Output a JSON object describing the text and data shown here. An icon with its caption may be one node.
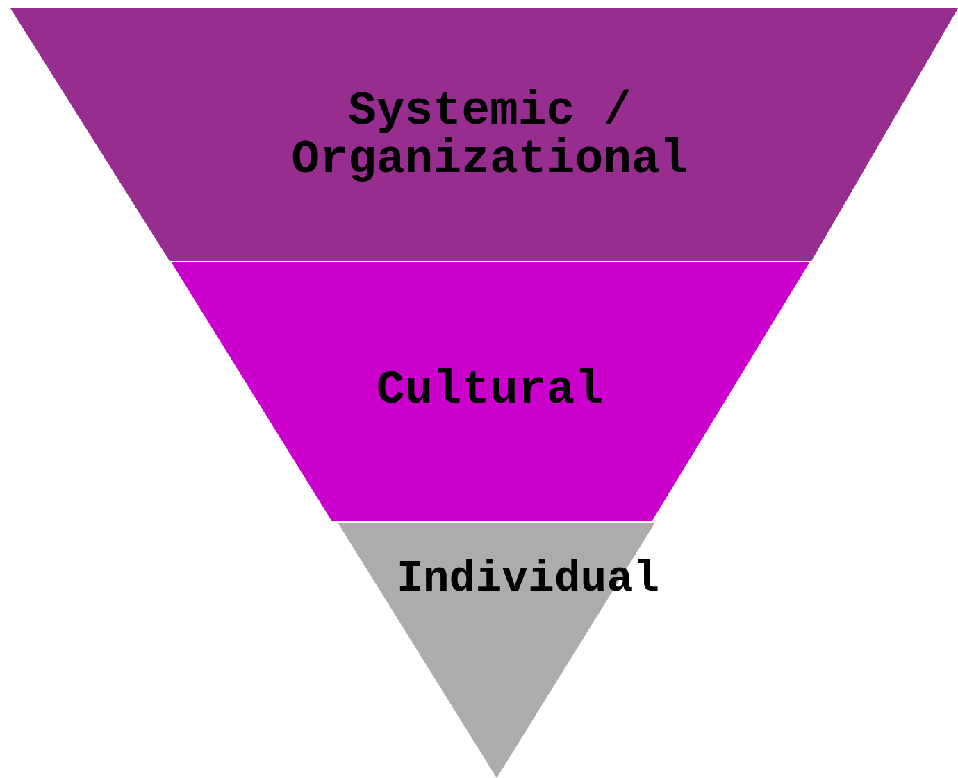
{
  "diagram": {
    "nodes": [
      {
        "text": [
          "Systemic / Organizational"
        ]
      },
      {
        "text": [
          "Cultural"
        ]
      },
      {
        "text": [
          "Individual"
        ]
      }
    ]
  }
}
